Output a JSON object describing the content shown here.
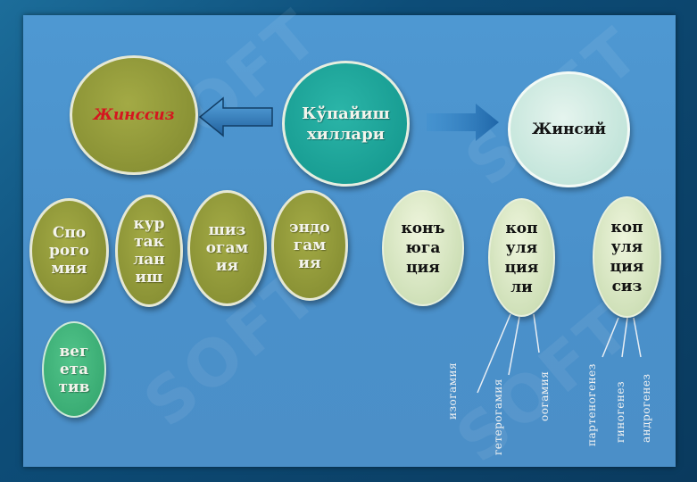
{
  "center": {
    "label": "Кўпайиш\nхиллари"
  },
  "left_category": {
    "label": "Жинссиз"
  },
  "right_category": {
    "label": "Жинсий"
  },
  "asexual_types": [
    {
      "label": "Спо\nрого\nмия"
    },
    {
      "label": "кур\nтак\nлан\nиш"
    },
    {
      "label": "шиз\nогам\nия"
    },
    {
      "label": "эндо\nгам\nия"
    },
    {
      "label": "вег\nетa\nтив"
    }
  ],
  "sexual_types": [
    {
      "label": "конъ\nюга\nция"
    },
    {
      "label": "коп\nуля\nция\nли"
    },
    {
      "label": "коп\nуля\nция\nсиз"
    }
  ],
  "copulation_subtypes": [
    {
      "label": "изогамия"
    },
    {
      "label": "гетерогамия"
    },
    {
      "label": "оогамия"
    }
  ],
  "non_copulation_subtypes": [
    {
      "label": "партеногенез"
    },
    {
      "label": "гиногенез"
    },
    {
      "label": "андрогенез"
    }
  ],
  "colors": {
    "slide_bg": "#4a90ca",
    "olive": "#8a9235",
    "teal": "#169a90",
    "accent_red": "#d5151f",
    "arrow": "#2f78b8"
  }
}
